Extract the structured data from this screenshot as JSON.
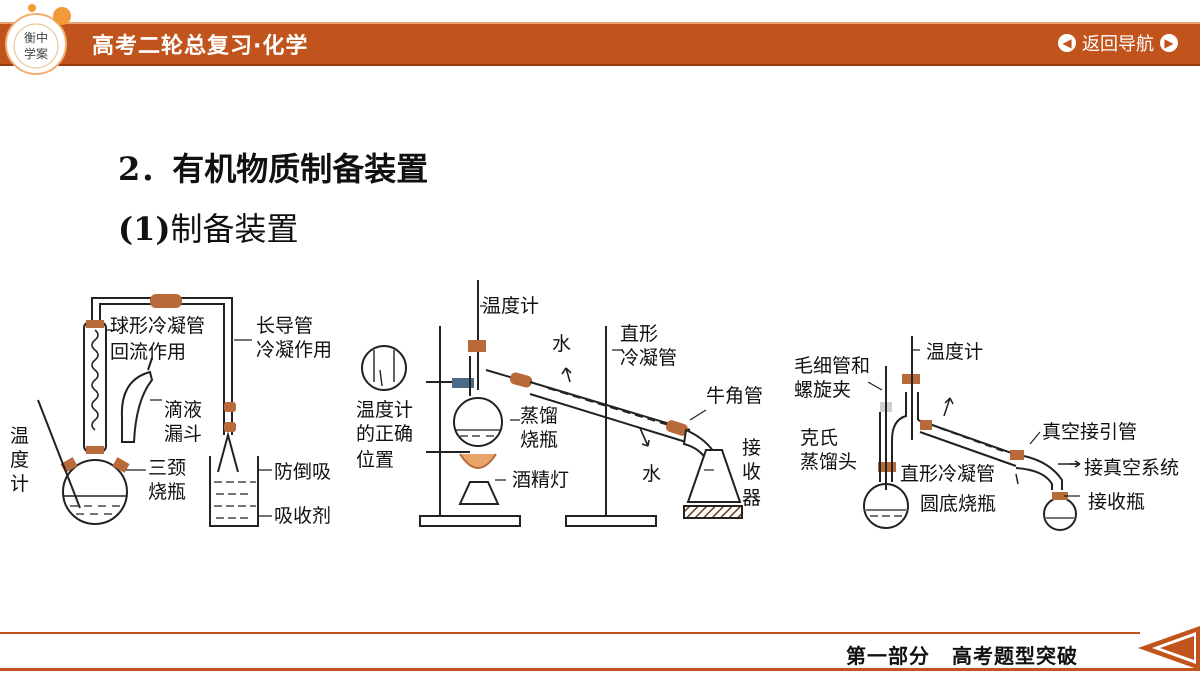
{
  "header": {
    "title": "高考二轮总复习·化学",
    "nav_label": "返回导航",
    "logo_text": "衡中学案"
  },
  "content": {
    "section_title": "2．有机物质制备装置",
    "sub_title_num": "(1)",
    "sub_title_text": "制备装置"
  },
  "diagram1": {
    "reflux_condenser": [
      "球形冷凝管",
      "回流作用"
    ],
    "long_tube": [
      "长导管",
      "冷凝作用"
    ],
    "dropping_funnel": [
      "滴液",
      "漏斗"
    ],
    "thermometer": [
      "温",
      "度",
      "计"
    ],
    "three_neck_flask": [
      "三颈",
      "烧瓶"
    ],
    "anti_suckback": "防倒吸",
    "absorbent": "吸收剂"
  },
  "diagram2": {
    "thermometer": "温度计",
    "water_in": "水",
    "water_out": "水",
    "straight_condenser": [
      "直形",
      "冷凝管"
    ],
    "adapter": "牛角管",
    "thermo_position": [
      "温度计",
      "的正确",
      "位置"
    ],
    "distill_flask": [
      "蒸馏",
      "烧瓶"
    ],
    "alcohol_lamp": "酒精灯",
    "receiver": [
      "接",
      "收",
      "器"
    ]
  },
  "diagram3": {
    "capillary": [
      "毛细管和",
      "螺旋夹"
    ],
    "thermometer": "温度计",
    "claisen": [
      "克氏",
      "蒸馏头"
    ],
    "straight_condenser": "直形冷凝管",
    "vacuum_adapter": "真空接引管",
    "to_vacuum": "接真空系统",
    "round_flask": "圆底烧瓶",
    "receiving_flask": "接收瓶"
  },
  "footer": {
    "part": "第一部分",
    "topic": "高考题型突破"
  },
  "colors": {
    "accent": "#c0541c",
    "logo_ring": "#f0a050"
  }
}
